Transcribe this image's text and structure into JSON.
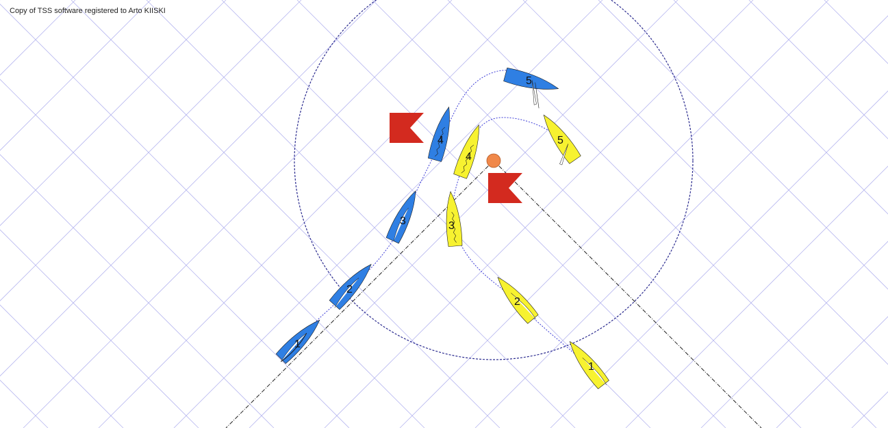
{
  "header": {
    "license_notice": "Copy of TSS software registered to Arto KIISKI"
  },
  "colors": {
    "background": "#ffffff",
    "grid": "#b8b8f0",
    "zone_circle": "#2b2b8f",
    "path": "#3b3bd6",
    "layline": "#222222",
    "blue_boat": "#2f7fe3",
    "yellow_boat": "#f7f230",
    "boat_outline": "#1a1a1a",
    "flag": "#d32a1f",
    "mark": "#f0884a"
  },
  "icons": {
    "mark": "orange-mark-buoy",
    "flag": "red-penalty-flag",
    "boat": "sailboat-hull"
  },
  "diagram": {
    "blue_boat": {
      "name": "blue-boat",
      "positions": [
        "1",
        "2",
        "3",
        "4",
        "5"
      ]
    },
    "yellow_boat": {
      "name": "yellow-boat",
      "positions": [
        "1",
        "2",
        "3",
        "4",
        "5"
      ]
    }
  }
}
